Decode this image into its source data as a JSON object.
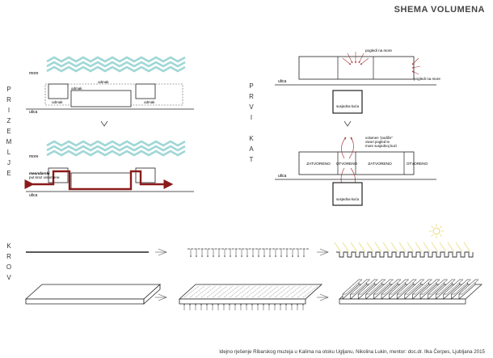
{
  "title": "SHEMA VOLUMENA",
  "footer": "Idejno rješenje Ribarskog muzeja u Kalima na otoku Ugljanu, Nikolina Lukin, mentor: doc.dr. Ilka Čerpes, Ljubljana 2015",
  "side_labels": {
    "prizemlje": [
      "P",
      "R",
      "I",
      "Z",
      "E",
      "M",
      "L",
      "J",
      "E"
    ],
    "prvi_kat": [
      "P",
      "R",
      "V",
      "I",
      "",
      "K",
      "A",
      "T"
    ],
    "krov": [
      "K",
      "R",
      "O",
      "V"
    ]
  },
  "ground": {
    "more": "more",
    "ulica": "ulica",
    "odmak": "odmak",
    "meandar_1": "meandarski",
    "meandar_2": "put kroz volumene"
  },
  "first_floor": {
    "pogledi_na_more": "pogledi na more",
    "ulica": "ulica",
    "susjedna_kuca": "susjedna kuća",
    "zatvoreno": "ZATVORENO",
    "otvoreno": "OTVORENO",
    "note_1": "volumen \"podiže\"",
    "note_2": "otvori pogled te",
    "note_3": "more susjednoj kući"
  },
  "colors": {
    "wave": "#9fd7d6",
    "path": "#8b1a1a",
    "arrows": "#a83a3a",
    "sun": "#e8d872",
    "line": "#333333"
  }
}
